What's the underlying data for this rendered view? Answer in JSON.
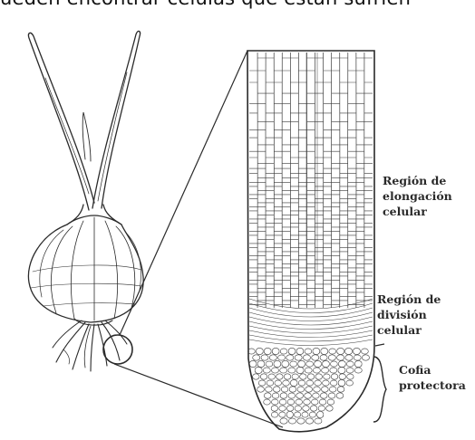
{
  "caption": "ueden encontrar células que están sufrien",
  "labels": {
    "elongation": [
      "Región de",
      "elongación",
      "celular"
    ],
    "division": [
      "Región de",
      "división",
      "celular"
    ],
    "cap": [
      "Cofia",
      "protectora"
    ]
  },
  "colors": {
    "ink": "#2a2a2a",
    "background": "#ffffff"
  },
  "icons": [
    "onion-bulb-icon",
    "magnifier-circle-icon"
  ]
}
